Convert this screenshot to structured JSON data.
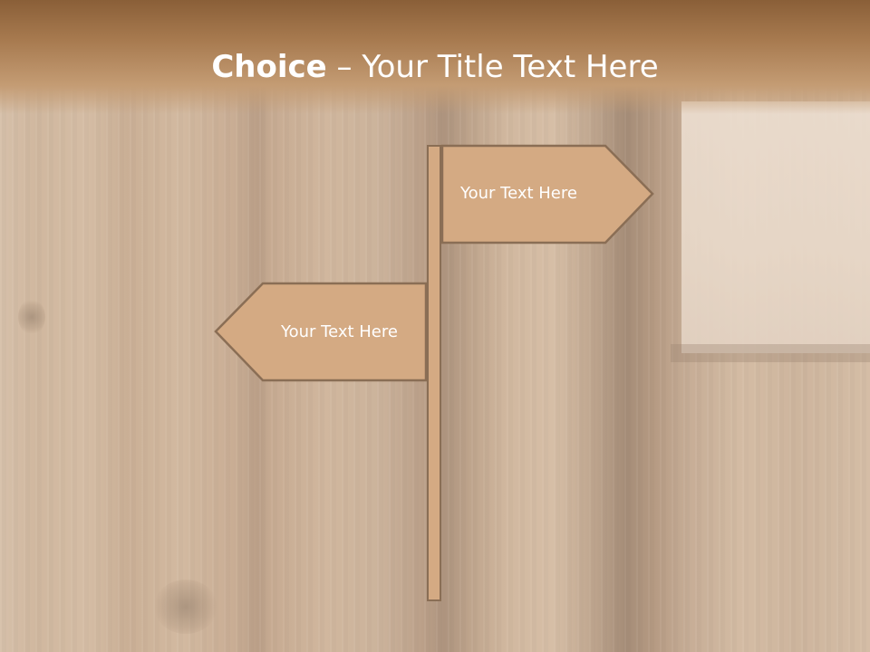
{
  "slide": {
    "title_bold": "Choice",
    "title_separator": " – ",
    "title_rest": "Your Title Text Here"
  },
  "signpost": {
    "right_sign_text": "Your Text Here",
    "left_sign_text": "Your Text Here"
  },
  "colors": {
    "title_bar": "#a77a4f",
    "sign_fill": "#d4aa83",
    "sign_border": "#8a6e55",
    "text": "#ffffff"
  }
}
